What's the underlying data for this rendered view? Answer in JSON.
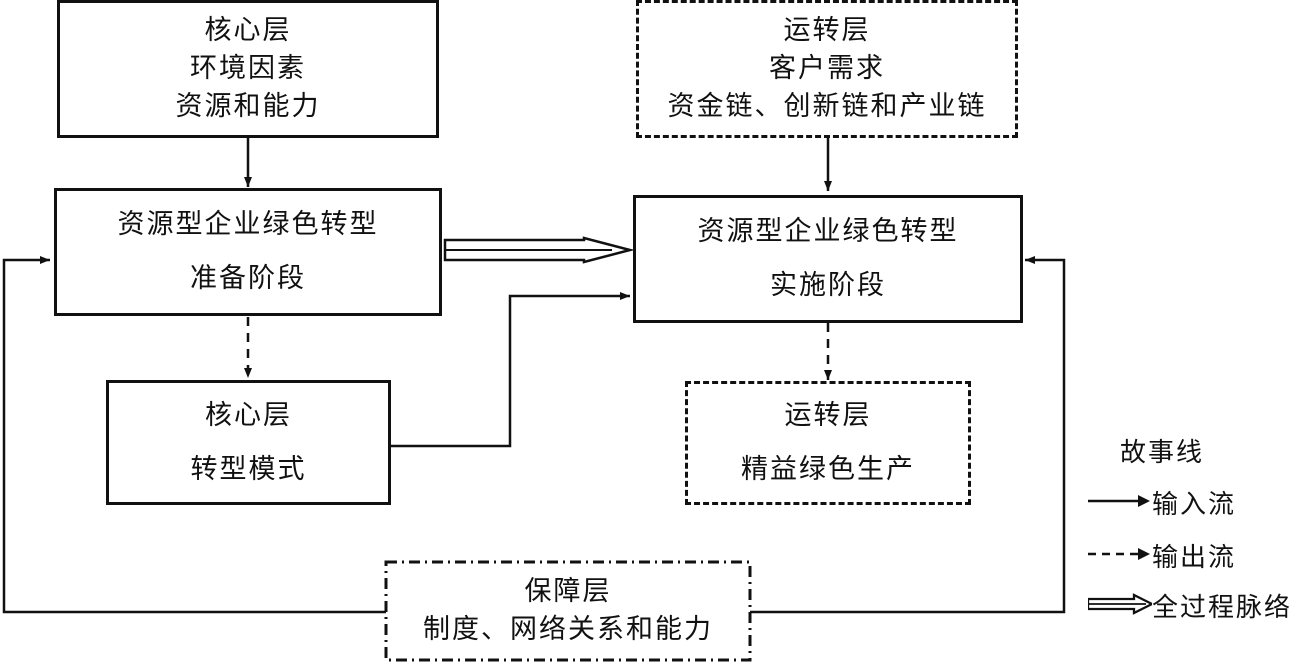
{
  "boxes": {
    "core_top": {
      "line1": "核心层",
      "line2": "环境因素",
      "line3": "资源和能力"
    },
    "ops_top": {
      "line1": "运转层",
      "line2": "客户需求",
      "line3": "资金链、创新链和产业链"
    },
    "prep": {
      "line1": "资源型企业绿色转型",
      "line2": "准备阶段"
    },
    "impl": {
      "line1": "资源型企业绿色转型",
      "line2": "实施阶段"
    },
    "core_mode": {
      "line1": "核心层",
      "line2": "转型模式"
    },
    "ops_lean": {
      "line1": "运转层",
      "line2": "精益绿色生产"
    },
    "guarantee": {
      "line1": "保障层",
      "line2": "制度、网络关系和能力"
    }
  },
  "legend": {
    "title": "故事线",
    "items": [
      {
        "label": "输入流",
        "icon": "solid-arrow-icon"
      },
      {
        "label": "输出流",
        "icon": "dashed-arrow-icon"
      },
      {
        "label": "全过程脉络",
        "icon": "hollow-double-arrow-icon"
      }
    ]
  }
}
